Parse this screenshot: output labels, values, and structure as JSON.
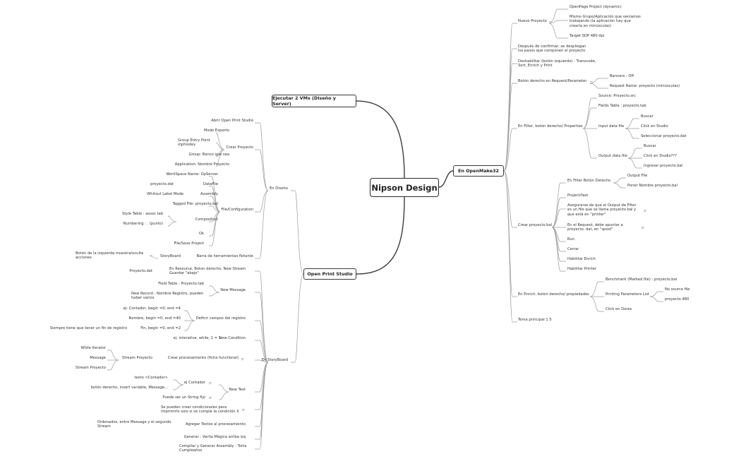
{
  "central": "Nipson Design",
  "branches": {
    "ejecutar": "Ejecutar 2 VMs (Diseño y Server)",
    "openmake": "En OpenMake32",
    "ops": "Open Print Studio"
  },
  "openmake": {
    "nuevo": "Nuevo Proyecto",
    "nuevo_1": "OpenPage Project (dynamic)",
    "nuevo_2": "Mismo Grupo/Aplicación que veníamos trabajando (la aplicacion hay que crearla en minúsculas)",
    "nuevo_3": "Target SDP 480 dpi",
    "despues": "Después de confirmar, se despliegan los pasos que componen el proyecto",
    "deshabilitar": "Deshabilitar (botón izquierdo) : Transcode, Sort, Enrich y Print",
    "request": "Botón derecho en Request/Parameter",
    "request_1": "Banners : Off",
    "request_2": "Request Name: proyecto (minúsculas)",
    "filter": "En Filter, botón derecho/ Properties",
    "filter_1": "Source: Proyecto.src",
    "filter_2": "Fields Table : proyecto.tab",
    "input": "Input data file",
    "input_1": "Buscar",
    "input_2": "Click en Studio",
    "input_3": "Seleccionar proyecto.dat",
    "output": "Output data file",
    "output_1": "Buscar",
    "output_2": "Click en Studio???",
    "output_3": "Ingresar proyecto.bal",
    "crear": "Crear proyecto.bal",
    "enfilter": "En Filter Botón Derecho",
    "enfilter_1": "Output File",
    "enfilter_2": "Poner Nombre proyecto.bal",
    "projectfast": "Project/fast",
    "asegurarse": "Asegurarse de que el Output de Filter es un file que se llama proyecto.bal y que está en \"printer\"",
    "enrequest": "En el Request, debe apuntar a proyecto. dat, en \"spool\"",
    "run": "Run",
    "cerrar": "Cerrar",
    "habenrich": "Habilitar Enrich",
    "habprinter": "Habilitar Printer",
    "enenrich": "En Enrich, botón derecho/ propiedades",
    "benchmark": "Benchmark (Marked file) : proyecto.bal",
    "printing": "Printing Parameters List",
    "nosource": "No source file",
    "p480": "proyecto 480",
    "clickdores": "Click en Dores",
    "tema": "Tema principal 1 5"
  },
  "ops": {
    "abrir": "Abrir Open Print Studio",
    "endiseno": "En Diseño",
    "crear": "Crear Proyecto",
    "modo": "Modo Experto",
    "group_entry": "Group Entry Point o\\phisdey",
    "group_banco": "Group: Banco que sea",
    "application": "Application: Nombre Proyecto",
    "fileconfig": "File/Configuration",
    "workspace": "WorkSpace Name: OpServer",
    "datafile": "DataFile",
    "pdat": "proyecto.dat",
    "assembly": "Assembly",
    "whitout": "Whitout Label Mode",
    "tagged": "Tagged File: proyecto.bal",
    "composition": "Composition",
    "style": "Style Table : assoc.tab",
    "numbering": "Numbering : . (punto)",
    "ok": "Ok",
    "filesave": "File/Save Project",
    "barra": "Barra de herramientas flotante",
    "storyboard": "StoryBoard",
    "boton_izq": "Botón de la izquierda muestra/oculta acciones",
    "enstory": "En StoryBoard",
    "enresource": "En Resource, Boton derecho, New Stream Guardar \"abajo\"",
    "pdat2": "Proyecto.dat",
    "newmsg": "New Message",
    "fieldtab": "Field Table : Proyecto.tab",
    "newrecord": "New Record : Nombre Registro, pueden haber varios",
    "definir": "Definir campos del registro",
    "contador": "ej: Contador, begin =0, end =4",
    "nombre": "Nombre, begin =0, end =40",
    "fin": "Fin, begin =0, end =2",
    "siempre": "Siempre tiene que tener un fin de registro",
    "newcond": "New Condition",
    "interative": "ej: interative, while, 1 = 1",
    "crearproc": "Crear procesamiento (fiche functional)",
    "streamp": "Stream Proyecto",
    "while": "While Iterator",
    "message": "Message",
    "streamp2": "Stream Proyecto",
    "newtext": "New Text",
    "ejcontador": "ej Contador",
    "texto": "texto <Contador>",
    "botonder": "botón derecho, insert variable, Message...",
    "puede": "Puede ser un String fijo",
    "condicionales": "Se pueden crear condicionales para imprimirlo solo si se cumple la condición X",
    "agregar": "Agregar Textos al procesamiento",
    "ordenados": "Ordenados, entre Message y el segundo Stream",
    "generar": "Generar : Varita Mágica arriba izq",
    "compilar": "Compilar y Generar Assembly : Torta Cumpleaños"
  }
}
